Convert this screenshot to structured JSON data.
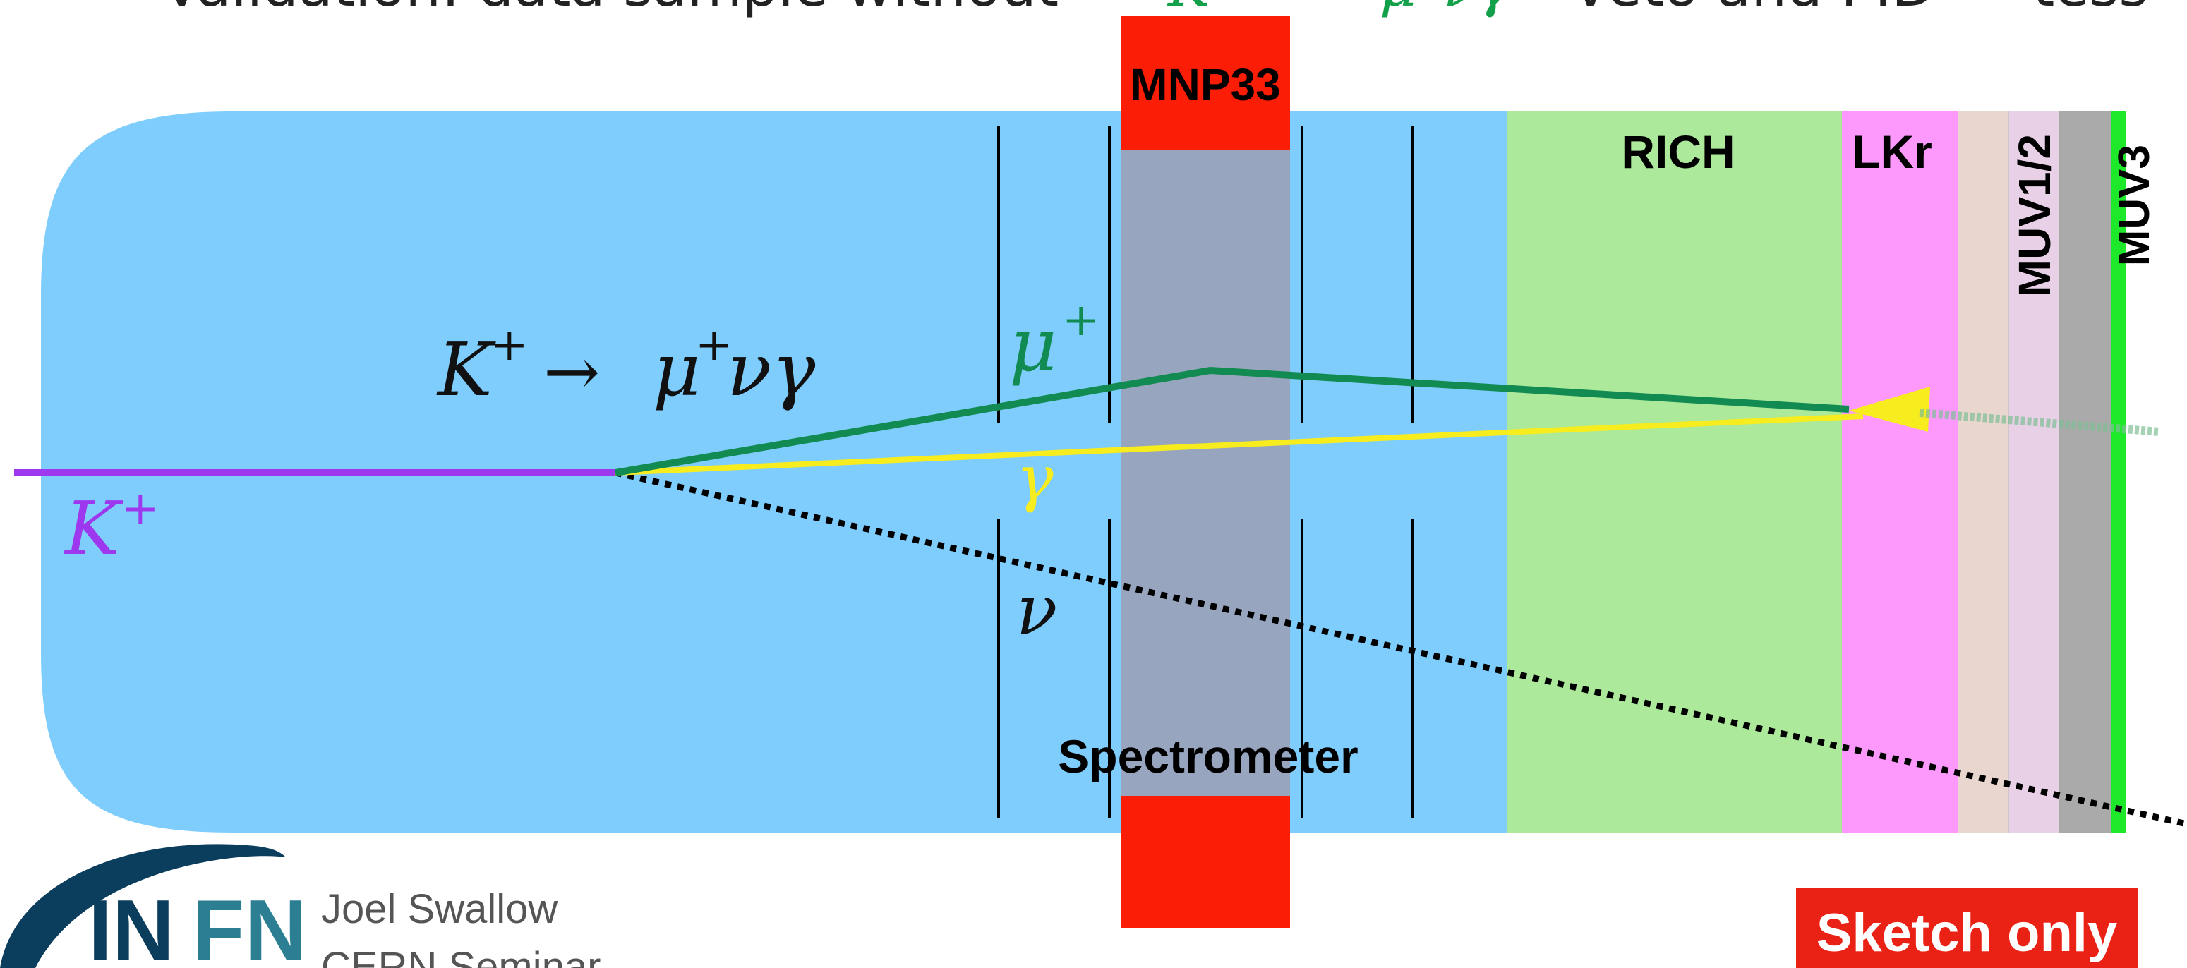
{
  "header_bullet": {
    "bullet": "•",
    "text_before": "Validation: data sample without",
    "formula_k": "K",
    "formula_plus": "+",
    "formula_arrow": "→",
    "formula_mu": "μ",
    "formula_rest": "νγ",
    "text_after": "veto and PID",
    "text_tail": "tess"
  },
  "detectors": {
    "magnet": "MNP33",
    "spectrometer": "Spectrometer",
    "rich": "RICH",
    "lkr": "LKr",
    "muv12": "MUV1/2",
    "muv3": "MUV3"
  },
  "particles": {
    "decay_k": "K",
    "decay_k_sup": "+",
    "decay_arrow": "→",
    "decay_mu": "μ",
    "decay_mu_sup": "+",
    "decay_rest": "νγ",
    "kaon": "K",
    "kaon_sup": "+",
    "muon": "μ",
    "muon_sup": "+",
    "photon": "γ",
    "neutrino": "ν"
  },
  "badge": {
    "label": "Sketch only"
  },
  "footer": {
    "logo_text_in": "IN",
    "logo_text_fn": "FN",
    "speaker": "Joel Swallow",
    "event": "CERN Seminar"
  },
  "colors": {
    "vessel": "#7ecdfc",
    "magnet_red": "#fb1d06",
    "magnet_gray": "#98a5be",
    "rich": "#ace99a",
    "lkr": "#fd99fd",
    "muv1": "#e9d6cf",
    "muv2": "#e8d1e7",
    "muv_gray": "#aaaaaa",
    "muv3": "#1de92a",
    "kaon": "#9d38ef",
    "muon": "#128b52",
    "photon": "#f6ec1e",
    "infn_dark": "#0b3d5c",
    "infn_teal": "#2c7f93",
    "badge": "#ea2215"
  }
}
